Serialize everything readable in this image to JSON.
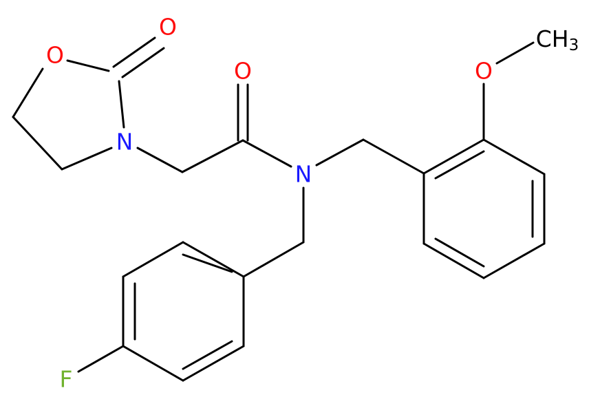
{
  "colors": {
    "bond": "#000000",
    "oxygen": "#ff0d0d",
    "nitrogen": "#1a1aff",
    "fluorine": "#70b22e",
    "carbon": "#000000"
  },
  "atoms": {
    "o_ring": "O",
    "o_ring_carbonyl": "O",
    "n_ring": "N",
    "o_amide": "O",
    "n_amide": "N",
    "o_methoxy": "O",
    "ch3_main": "CH",
    "ch3_sub": "3",
    "f": "F"
  }
}
